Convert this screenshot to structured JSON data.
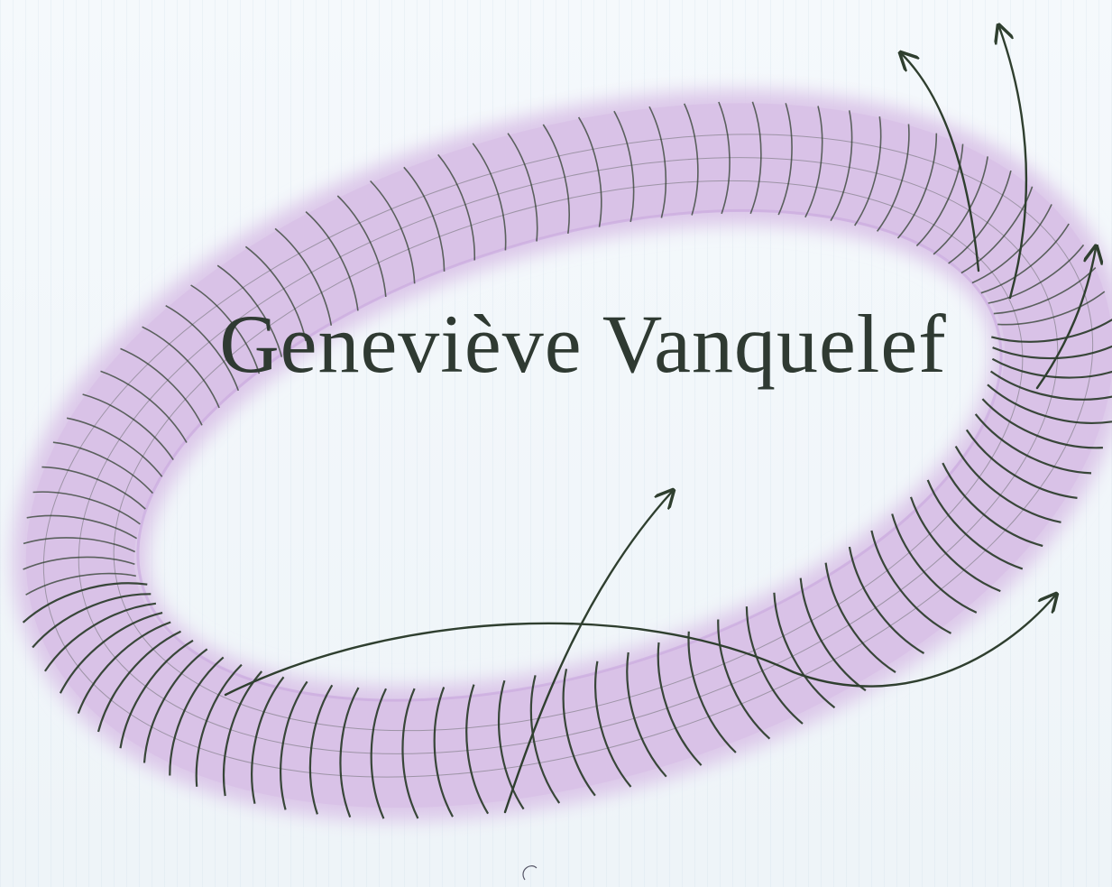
{
  "watermark": {
    "text": "Geneviève Vanquelef"
  },
  "drawing": {
    "subject": "toroidal-coil-sketch",
    "torus_fill": "#dcc8e9",
    "torus_edge": "#c8a6dd",
    "wire_color": "#2f3f2f",
    "paper_color": "#f4f8fb",
    "turns": 92
  }
}
